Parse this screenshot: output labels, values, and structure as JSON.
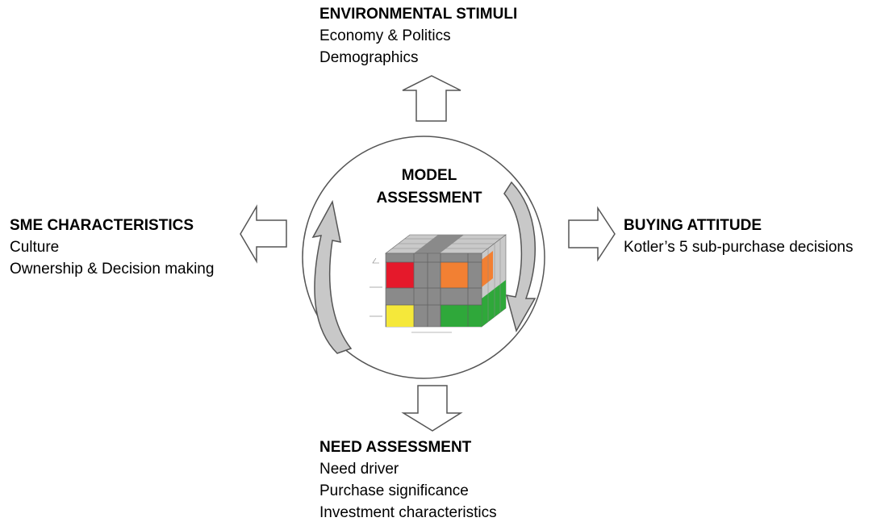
{
  "environmental_stimuli": {
    "heading": "ENVIRONMENTAL STIMULI",
    "items": [
      "Economy & Politics",
      "Demographics"
    ]
  },
  "sme_characteristics": {
    "heading": "SME CHARACTERISTICS",
    "items": [
      "Culture",
      "Ownership & Decision making"
    ]
  },
  "buying_attitude": {
    "heading": "BUYING ATTITUDE",
    "items": [
      "Kotler’s 5 sub-purchase decisions"
    ]
  },
  "need_assessment": {
    "heading": "NEED ASSESSMENT",
    "items": [
      "Need driver",
      "Purchase significance",
      "Investment characteristics"
    ]
  },
  "center": {
    "title_line1": "MODEL",
    "title_line2": "ASSESSMENT"
  },
  "colors": {
    "outline": "#555555",
    "cycle_arrow_fill": "#c8c8c8",
    "cube_grey": "#8a8a8a",
    "cube_light": "#c9c9c9",
    "cube_red": "#e5192b",
    "cube_orange": "#f28033",
    "cube_yellow": "#f5e83a",
    "cube_green": "#2fa83a"
  }
}
